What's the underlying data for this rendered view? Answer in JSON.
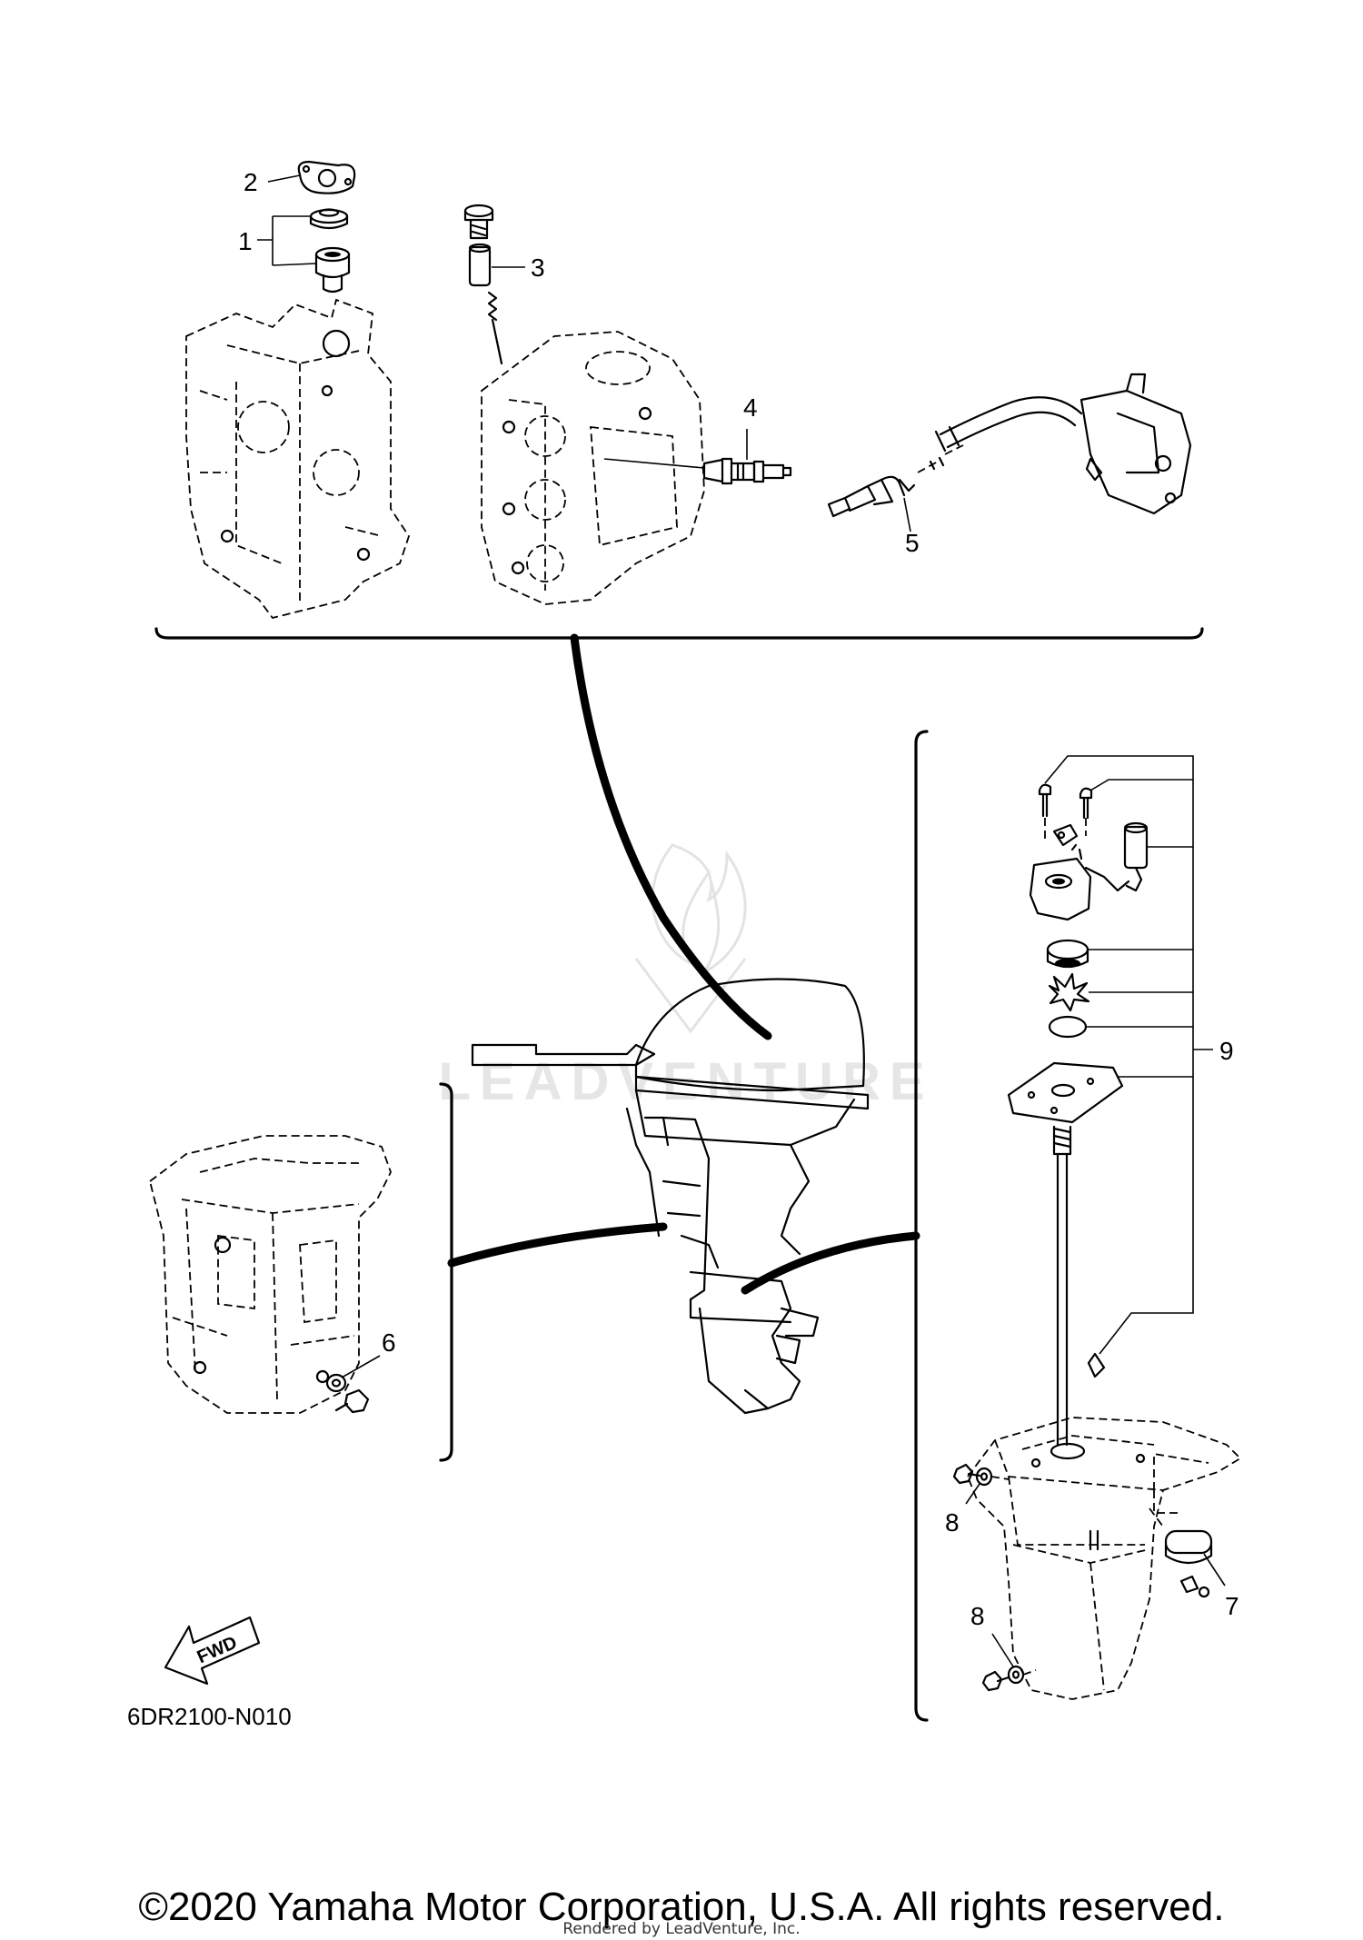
{
  "callouts": {
    "c1": "1",
    "c2": "2",
    "c3": "3",
    "c4": "4",
    "c5": "5",
    "c6": "6",
    "c7": "7",
    "c8a": "8",
    "c8b": "8",
    "c9": "9"
  },
  "fwd_label": "FWD",
  "diagram_code": "6DR2100-N010",
  "watermark": "LEADVENTURE",
  "copyright": "©2020 Yamaha Motor Corporation, U.S.A. All rights reserved.",
  "rendered_by": "Rendered by LeadVenture, Inc."
}
